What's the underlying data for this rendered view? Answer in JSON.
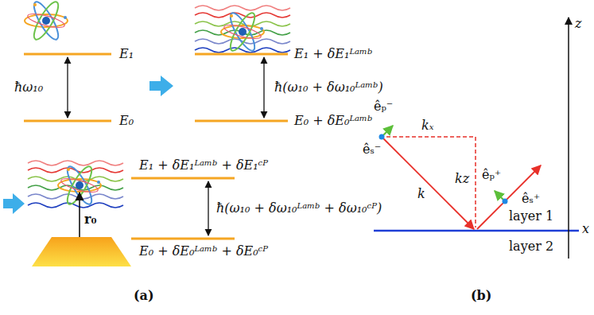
{
  "diagram": {
    "labels": [
      "E₁",
      "E₀",
      "ħω₁₀",
      "E₁ + δE₁ᴸᵃᵐᵇ",
      "ħ(ω₁₀ + δω₁₀ᴸᵃᵐᵇ)",
      "E₀ + δE₀ᴸᵃᵐᵇ",
      "E₁ + δE₁ᴸᵃᵐᵇ + δE₁ᶜᴾ",
      "ħ(ω₁₀ + δω₁₀ᴸᵃᵐᵇ + δω₁₀ᶜᴾ)",
      "E₀ + δE₀ᴸᵃᵐᵇ + δE₀ᶜᴾ",
      "r₀",
      "(a)",
      "êₚ⁻",
      "êₛ⁻",
      "kₓ",
      "kz",
      "k",
      "êₚ⁺",
      "êₛ⁺",
      "z",
      "x",
      "layer 1",
      "layer 2",
      "(b)"
    ]
  }
}
